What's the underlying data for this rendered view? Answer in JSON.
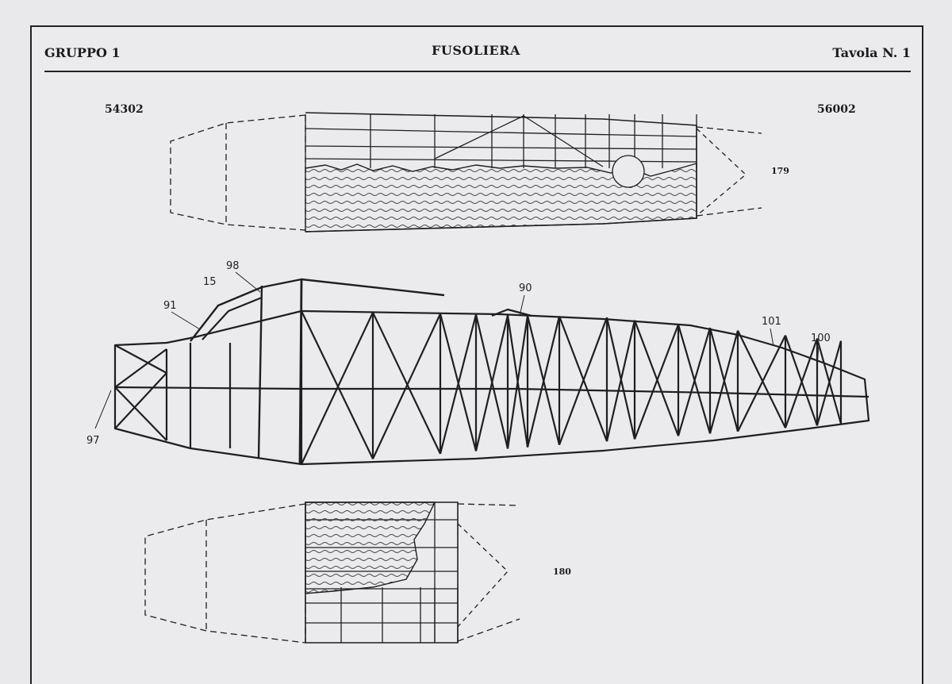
{
  "header": {
    "group_label": "GRUPPO 1",
    "title": "FUSOLIERA",
    "plate_label": "Tavola N. 1"
  },
  "part_numbers": {
    "left": "54302",
    "right": "56002"
  },
  "view_refs": {
    "top_view": "179",
    "bottom_view": "180"
  },
  "callouts": {
    "c98": "98",
    "c15": "15",
    "c91": "91",
    "c90": "90",
    "c101": "101",
    "c100": "100",
    "c97": "97"
  },
  "colors": {
    "ink": "#1f1f1f",
    "paper": "#ebebee"
  }
}
